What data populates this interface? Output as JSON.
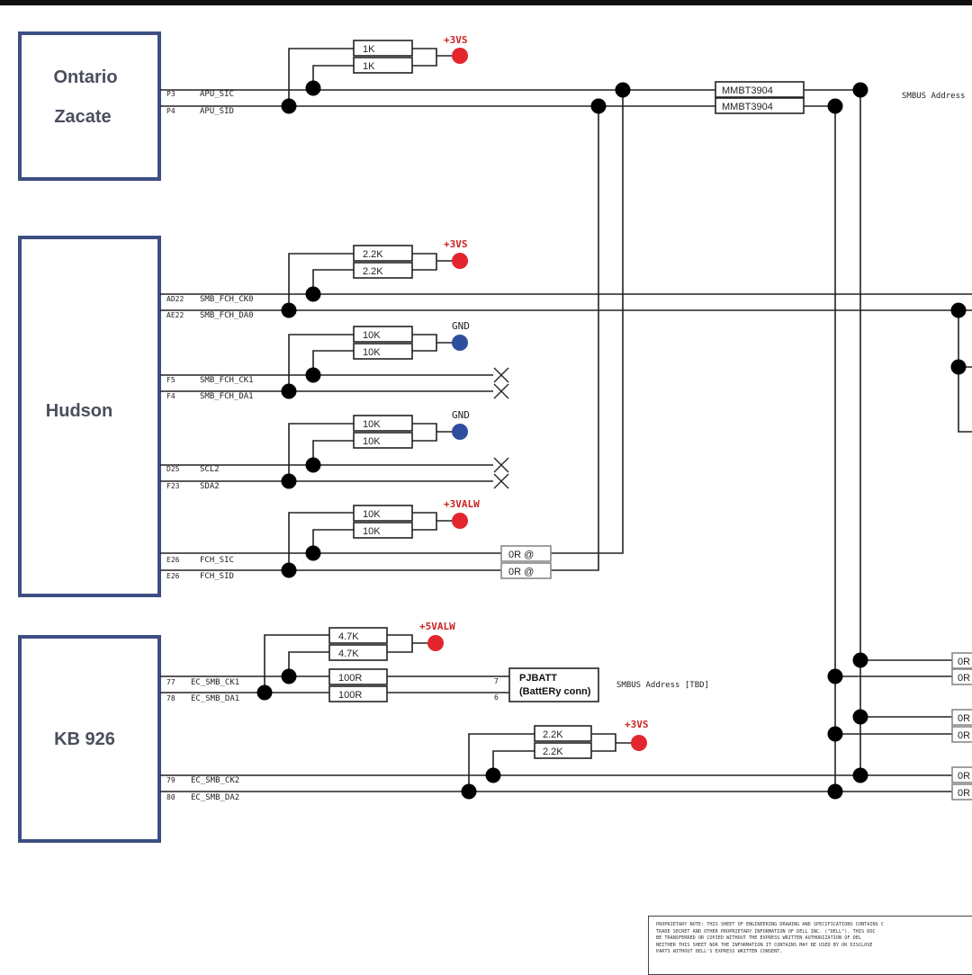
{
  "chips": [
    {
      "name": "Ontario",
      "lines": [
        "Ontario",
        "Zacate"
      ]
    },
    {
      "name": "Hudson",
      "lines": [
        "Hudson"
      ]
    },
    {
      "name": "KB 926",
      "lines": [
        "KB 926"
      ]
    }
  ],
  "pins": {
    "apu_sic": {
      "pin": "P3",
      "net": "APU_SIC"
    },
    "apu_sid": {
      "pin": "P4",
      "net": "APU_SID"
    },
    "smb_fch_ck0": {
      "pin": "AD22",
      "net": "SMB_FCH_CK0"
    },
    "smb_fch_da0": {
      "pin": "AE22",
      "net": "SMB_FCH_DA0"
    },
    "smb_fch_ck1": {
      "pin": "F5",
      "net": "SMB_FCH_CK1"
    },
    "smb_fch_da1": {
      "pin": "F4",
      "net": "SMB_FCH_DA1"
    },
    "scl2": {
      "pin": "D25",
      "net": "SCL2"
    },
    "sda2": {
      "pin": "F23",
      "net": "SDA2"
    },
    "fch_sic": {
      "pin": "E26",
      "net": "FCH_SIC"
    },
    "fch_sid": {
      "pin": "E26",
      "net": "FCH_SID"
    },
    "ec_smb_ck1": {
      "pin": "77",
      "net": "EC_SMB_CK1"
    },
    "ec_smb_da1": {
      "pin": "78",
      "net": "EC_SMB_DA1"
    },
    "ec_smb_ck2": {
      "pin": "79",
      "net": "EC_SMB_CK2"
    },
    "ec_smb_da2": {
      "pin": "80",
      "net": "EC_SMB_DA2"
    }
  },
  "resistors": {
    "r1k_a": "1K",
    "r1k_b": "1K",
    "r22k_a": "2.2K",
    "r22k_b": "2.2K",
    "r10k_a": "10K",
    "r10k_b": "10K",
    "r10k_c": "10K",
    "r10k_d": "10K",
    "r10k_e": "10K",
    "r10k_f": "10K",
    "r47k_a": "4.7K",
    "r47k_b": "4.7K",
    "r100_a": "100R",
    "r100_b": "100R",
    "r22k_c": "2.2K",
    "r22k_d": "2.2K",
    "r0_a": "0R  @",
    "r0_b": "0R  @",
    "r0_r1": "0R",
    "r0_r2": "0R",
    "r0_r3": "0R",
    "r0_r4": "0R",
    "r0_r5": "0R",
    "r0_r6": "0R"
  },
  "transistors": {
    "q1": "MMBT3904",
    "q2": "MMBT3904"
  },
  "rails": {
    "vs1": "+3VS",
    "vs2": "+3VS",
    "gnd1": "GND",
    "gnd2": "GND",
    "valw3": "+3VALW",
    "valw5": "+5VALW",
    "vs3": "+3VS"
  },
  "colors": {
    "rail_dot": "#e3262e",
    "gnd_dot": "#2f4f9e",
    "chip_border": "#3c4f82"
  },
  "connector": {
    "title": "PJBATT",
    "subtitle": "(BattERy conn)",
    "pin_a": "7",
    "pin_b": "6"
  },
  "smbus_labels": {
    "top": "SMBUS Address",
    "kb": "SMBUS Address [TBD]"
  },
  "note": {
    "lines": [
      "PROPRIETARY NOTE: THIS SHEET OF ENGINEERING DRAWING AND SPECIFICATIONS CONTAINS C",
      "TRADE SECRET AND OTHER PROPRIETARY INFORMATION OF DELL INC. (\"DELL\"). THIS DOC",
      "BE TRANSFERRED OR COPIED WITHOUT THE EXPRESS WRITTEN AUTHORIZATION OF DEL",
      "NEITHER THIS SHEET NOR THE INFORMATION IT CONTAINS MAY BE USED BY OR DISCLOSE",
      "PARTS WITHOUT DELL'S EXPRESS WRITTEN CONSENT."
    ]
  }
}
